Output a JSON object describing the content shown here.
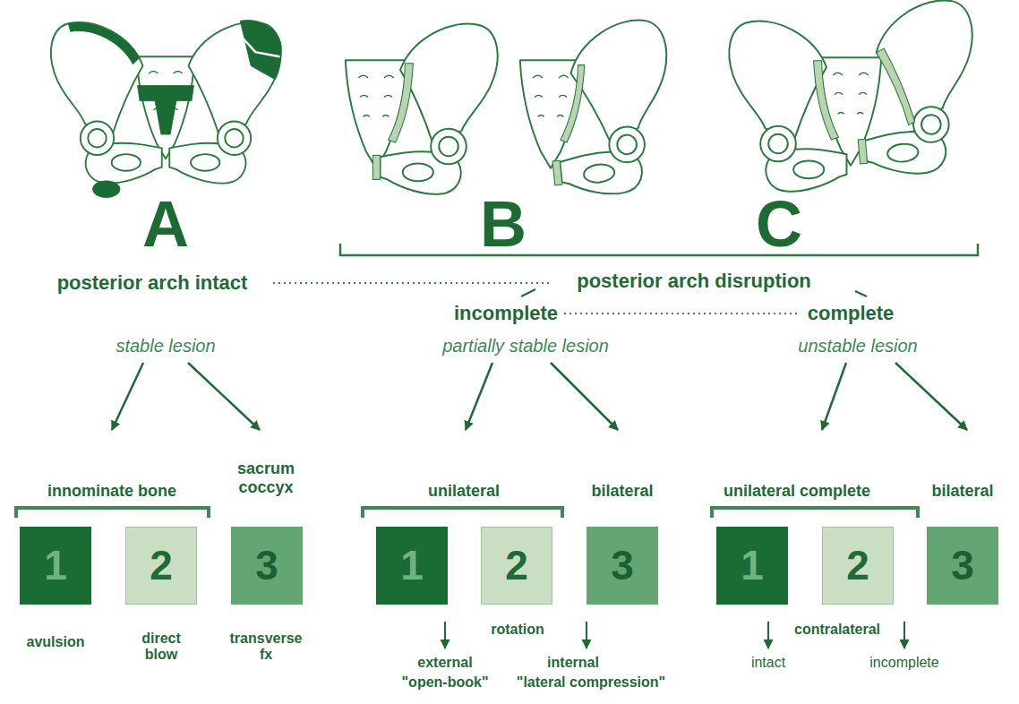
{
  "diagram": {
    "nodes": [
      {
        "text": [
          "1"
        ]
      },
      {
        "text": [
          "2"
        ]
      },
      {
        "text": [
          "3"
        ]
      },
      {
        "text": [
          "1"
        ]
      },
      {
        "text": [
          "2"
        ]
      },
      {
        "text": [
          "3"
        ]
      },
      {
        "text": [
          "1"
        ]
      },
      {
        "text": [
          "2"
        ]
      },
      {
        "text": [
          "3"
        ]
      }
    ],
    "labels": [
      "A",
      "B",
      "C",
      "posterior arch intact",
      "posterior arch disruption",
      "incomplete",
      "complete",
      "stable lesion",
      "partially stable lesion",
      "unstable lesion",
      "innominate bone",
      "sacrum coccyx",
      "unilateral",
      "bilateral",
      "unilateral complete",
      "bilateral",
      "avulsion",
      "direct blow",
      "transverse fx",
      "rotation",
      "external",
      "\"open-book\"",
      "internal",
      "\"lateral compression\"",
      "contralateral",
      "intact",
      "incomplete"
    ]
  }
}
